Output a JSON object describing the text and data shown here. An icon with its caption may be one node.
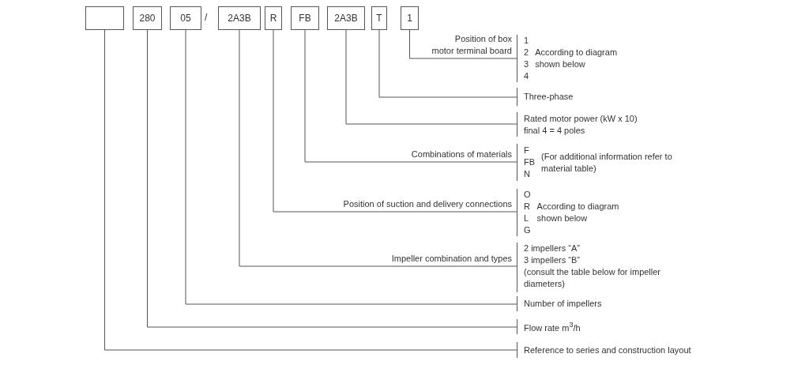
{
  "diagram": {
    "nodes": [
      {
        "text": [],
        "shape": "box"
      },
      {
        "text": [
          "280"
        ]
      },
      {
        "text": [
          "05"
        ]
      },
      {
        "text": [
          "2A3B"
        ]
      },
      {
        "text": [
          "R"
        ]
      },
      {
        "text": [
          "FB"
        ]
      },
      {
        "text": [
          "2A3B"
        ]
      },
      {
        "text": [
          "T"
        ]
      },
      {
        "text": [
          "1"
        ]
      },
      {
        "text": [
          "Position of box motor terminal board",
          "1 2 3 4",
          "According to diagram shown below"
        ]
      },
      {
        "text": [
          "Three-phase"
        ]
      },
      {
        "text": [
          "Rated motor power (kW x 10)",
          "final 4 = 4 poles"
        ]
      },
      {
        "text": [
          "Combinations of materials",
          "F FB N",
          "(For additional information refer to material table)"
        ]
      },
      {
        "text": [
          "Position of suction and delivery connections",
          "O R L G",
          "According to diagram shown below"
        ]
      },
      {
        "text": [
          "Impeller combination and types",
          "2 impellers “A”",
          "3 impellers “B”",
          "(consult the table below for impeller diameters)"
        ]
      },
      {
        "text": [
          "Number of impellers"
        ]
      },
      {
        "text": [
          "Flow rate m$^{3}$/h"
        ]
      },
      {
        "text": [
          "Reference to series and construction layout"
        ]
      }
    ],
    "edges": [
      {
        "from": 8,
        "to": 9,
        "arrow": "none"
      },
      {
        "from": 7,
        "to": 10,
        "arrow": "none"
      },
      {
        "from": 6,
        "to": 11,
        "arrow": "none"
      },
      {
        "from": 5,
        "to": 12,
        "arrow": "none"
      },
      {
        "from": 4,
        "to": 13,
        "arrow": "none"
      },
      {
        "from": 3,
        "to": 14,
        "arrow": "none"
      },
      {
        "from": 2,
        "to": 15,
        "arrow": "none"
      },
      {
        "from": 1,
        "to": 16,
        "arrow": "none"
      },
      {
        "from": 0,
        "to": 17,
        "arrow": "none"
      }
    ],
    "labels": [
      "/"
    ]
  }
}
